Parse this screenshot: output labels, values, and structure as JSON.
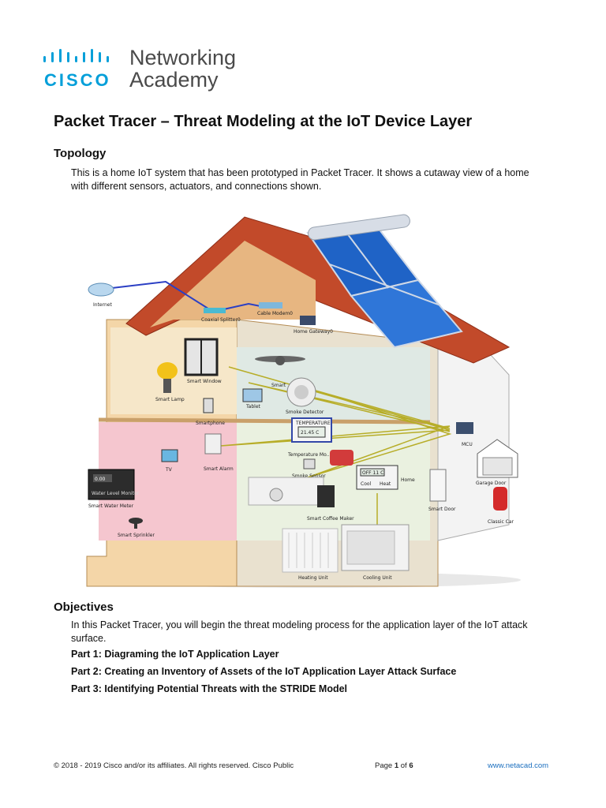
{
  "logo": {
    "brand": "CISCO",
    "line1": "Networking",
    "line2": "Academy",
    "color": "#049fd9"
  },
  "title": "Packet Tracer – Threat Modeling at the IoT Device Layer",
  "topology": {
    "heading": "Topology",
    "description": "This is a home IoT system that has been prototyped in Packet Tracer. It shows a cutaway view of a home with different sensors, actuators, and connections shown."
  },
  "diagram": {
    "labels": {
      "internet": "Internet",
      "cable_splitter": "Coaxial Splitter0",
      "cable_modem": "Cable Modem0",
      "home_gateway": "Home Gateway0",
      "smart_window": "Smart Window",
      "smart_fan": "Smart",
      "smart_lamp": "Smart Lamp",
      "tablet": "Tablet",
      "smartphone": "Smartphone",
      "smoke_detector": "Smoke Detector",
      "temperature_monitor": "Temperature Mo...",
      "temp_display_title": "TEMPERATURE",
      "temp_value": "21.45 C",
      "smart_alarm": "Smart Alarm",
      "smoke_sensor": "Smoke Sensor",
      "tv": "TV",
      "thermostat_mode": "OFF  11 C",
      "cool": "Cool",
      "heat": "Heat",
      "home": "Home",
      "mcu": "MCU",
      "garage_door": "Garage Door",
      "smart_door": "Smart Door",
      "classic_car": "Classic Car",
      "water_level_value": "0.00",
      "water_meter_caption": "Water Level Monitor",
      "smart_water_meter": "Smart Water Meter",
      "smart_sprinkler": "Smart Sprinkler",
      "smart_coffee_maker": "Smart Coffee Maker",
      "heating_unit": "Heating Unit",
      "cooling_unit": "Cooling Unit"
    }
  },
  "objectives": {
    "heading": "Objectives",
    "description": "In this Packet Tracer, you will begin the threat modeling process for the application layer of the IoT attack surface.",
    "parts": [
      "Part 1: Diagraming the IoT Application Layer",
      "Part 2: Creating an Inventory of Assets of the IoT Application Layer Attack Surface",
      "Part 3: Identifying Potential Threats with the STRIDE Model"
    ]
  },
  "footer": {
    "copyright": "© 2018 - 2019 Cisco and/or its affiliates. All rights reserved. Cisco Public",
    "page_prefix": "Page",
    "page_current": "1",
    "page_of": "of",
    "page_total": "6",
    "url": "www.netacad.com"
  }
}
